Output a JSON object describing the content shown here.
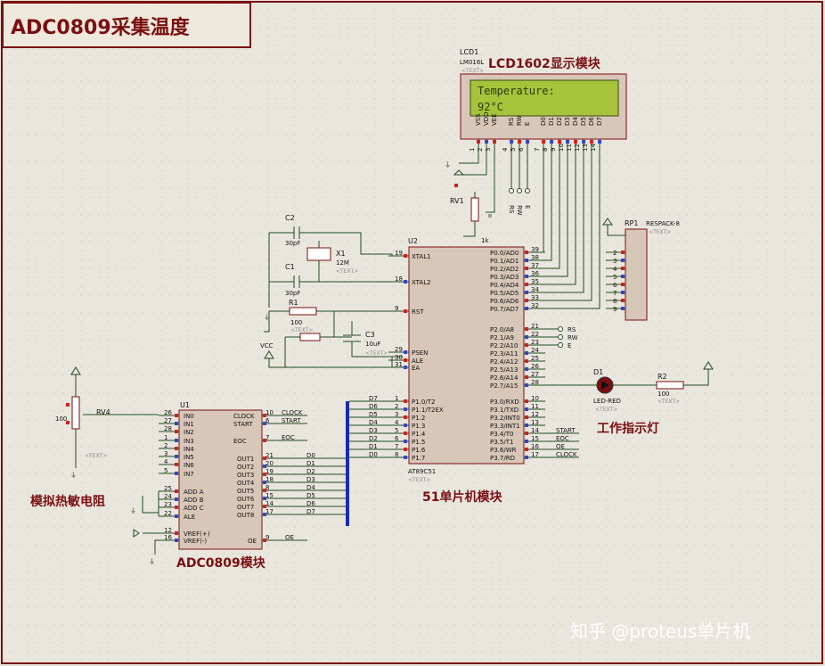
{
  "title": "ADC0809采集温度",
  "lcd": {
    "ref": "LCD1",
    "part": "LM016L",
    "name": "LCD1602显示模块",
    "line1": "Temperature:",
    "line2": "92°C",
    "pins": [
      "VSS",
      "VDD",
      "VEE",
      "RS",
      "RW",
      "E",
      "D0",
      "D1",
      "D2",
      "D3",
      "D4",
      "D5",
      "D6",
      "D7"
    ],
    "pin_numbers": [
      "1",
      "2",
      "3",
      "4",
      "5",
      "6",
      "7",
      "8",
      "9",
      "10",
      "11",
      "12",
      "13",
      "14"
    ]
  },
  "rv1": {
    "ref": "RV1",
    "value": "1k"
  },
  "rp1": {
    "ref": "RP1",
    "part": "RESPACK-8",
    "pins": [
      "2",
      "3",
      "4",
      "5",
      "6",
      "7",
      "8",
      "9"
    ]
  },
  "crystal": {
    "c2": "C2",
    "c2v": "30pF",
    "c1": "C1",
    "c1v": "30pF",
    "x1": "X1",
    "x1v": "12M"
  },
  "reset": {
    "r1": "R1",
    "r1v": "100",
    "c3": "C3",
    "c3v": "10uF",
    "vcc": "VCC"
  },
  "mcu": {
    "ref": "U2",
    "part": "AT89C51",
    "name": "51单片机模块",
    "left_pins": [
      {
        "n": "19",
        "label": "XTAL1"
      },
      {
        "n": "18",
        "label": "XTAL2"
      },
      {
        "n": "9",
        "label": "RST"
      },
      {
        "n": "29",
        "label": "PSEN"
      },
      {
        "n": "30",
        "label": "ALE"
      },
      {
        "n": "31",
        "label": "EA"
      },
      {
        "n": "1",
        "label": "P1.0/T2"
      },
      {
        "n": "2",
        "label": "P1.1/T2EX"
      },
      {
        "n": "3",
        "label": "P1.2"
      },
      {
        "n": "4",
        "label": "P1.3"
      },
      {
        "n": "5",
        "label": "P1.4"
      },
      {
        "n": "6",
        "label": "P1.5"
      },
      {
        "n": "7",
        "label": "P1.6"
      },
      {
        "n": "8",
        "label": "P1.7"
      }
    ],
    "p0_pins": [
      {
        "n": "39",
        "label": "P0.0/AD0"
      },
      {
        "n": "38",
        "label": "P0.1/AD1"
      },
      {
        "n": "37",
        "label": "P0.2/AD2"
      },
      {
        "n": "36",
        "label": "P0.3/AD3"
      },
      {
        "n": "35",
        "label": "P0.4/AD4"
      },
      {
        "n": "34",
        "label": "P0.5/AD5"
      },
      {
        "n": "33",
        "label": "P0.6/AD6"
      },
      {
        "n": "32",
        "label": "P0.7/AD7"
      }
    ],
    "p2_pins": [
      {
        "n": "21",
        "label": "P2.0/A8"
      },
      {
        "n": "22",
        "label": "P2.1/A9"
      },
      {
        "n": "23",
        "label": "P2.2/A10"
      },
      {
        "n": "24",
        "label": "P2.3/A11"
      },
      {
        "n": "25",
        "label": "P2.4/A12"
      },
      {
        "n": "26",
        "label": "P2.5/A13"
      },
      {
        "n": "27",
        "label": "P2.6/A14"
      },
      {
        "n": "28",
        "label": "P2.7/A15"
      }
    ],
    "p3_pins": [
      {
        "n": "10",
        "label": "P3.0/RXD"
      },
      {
        "n": "11",
        "label": "P3.1/TXD"
      },
      {
        "n": "12",
        "label": "P3.2/INT0"
      },
      {
        "n": "13",
        "label": "P3.3/INT1"
      },
      {
        "n": "14",
        "label": "P3.4/T0"
      },
      {
        "n": "15",
        "label": "P3.5/T1"
      },
      {
        "n": "16",
        "label": "P3.6/WR"
      },
      {
        "n": "17",
        "label": "P3.7/RD"
      }
    ],
    "p2_nets": [
      "RS",
      "RW",
      "E"
    ],
    "p3_nets": [
      "START",
      "EOC",
      "OE",
      "CLOCK"
    ],
    "p1_nets": [
      "D7",
      "D6",
      "D5",
      "D4",
      "D3",
      "D2",
      "D1",
      "D0"
    ]
  },
  "led": {
    "ref": "D1",
    "part": "LED-RED",
    "r2": "R2",
    "r2v": "100",
    "name": "工作指示灯"
  },
  "adc": {
    "ref": "U1",
    "name": "ADC0809模块",
    "left_pins": [
      {
        "n": "26",
        "label": "IN0"
      },
      {
        "n": "27",
        "label": "IN1"
      },
      {
        "n": "28",
        "label": "IN2"
      },
      {
        "n": "1",
        "label": "IN3"
      },
      {
        "n": "2",
        "label": "IN4"
      },
      {
        "n": "3",
        "label": "IN5"
      },
      {
        "n": "4",
        "label": "IN6"
      },
      {
        "n": "5",
        "label": "IN7"
      },
      {
        "n": "25",
        "label": "ADD A"
      },
      {
        "n": "24",
        "label": "ADD B"
      },
      {
        "n": "23",
        "label": "ADD C"
      },
      {
        "n": "22",
        "label": "ALE"
      },
      {
        "n": "12",
        "label": "VREF(+)"
      },
      {
        "n": "16",
        "label": "VREF(-)"
      }
    ],
    "right_top": [
      {
        "n": "10",
        "label": "CLOCK",
        "net": "CLOCK"
      },
      {
        "n": "6",
        "label": "START",
        "net": "START"
      },
      {
        "n": "7",
        "label": "EOC",
        "net": "EOC"
      }
    ],
    "outs": [
      {
        "n": "21",
        "label": "OUT1",
        "net": "D0"
      },
      {
        "n": "20",
        "label": "OUT2",
        "net": "D1"
      },
      {
        "n": "19",
        "label": "OUT3",
        "net": "D2"
      },
      {
        "n": "18",
        "label": "OUT4",
        "net": "D3"
      },
      {
        "n": "8",
        "label": "OUT5",
        "net": "D4"
      },
      {
        "n": "15",
        "label": "OUT6",
        "net": "D5"
      },
      {
        "n": "14",
        "label": "OUT7",
        "net": "D6"
      },
      {
        "n": "17",
        "label": "OUT8",
        "net": "D7"
      }
    ],
    "oe": {
      "n": "9",
      "label": "OE",
      "net": "OE"
    }
  },
  "rv4": {
    "ref": "RV4",
    "value": "100",
    "name": "模拟热敏电阻"
  },
  "text_placeholder": "<TEXT>",
  "watermark": "知乎 @proteus单片机",
  "colors": {
    "title": "#7a0f10",
    "chip": "#d8c7b8",
    "wire": "#1f4d1f",
    "lcd": "#a6c33a",
    "bus": "#1a2bb0"
  }
}
